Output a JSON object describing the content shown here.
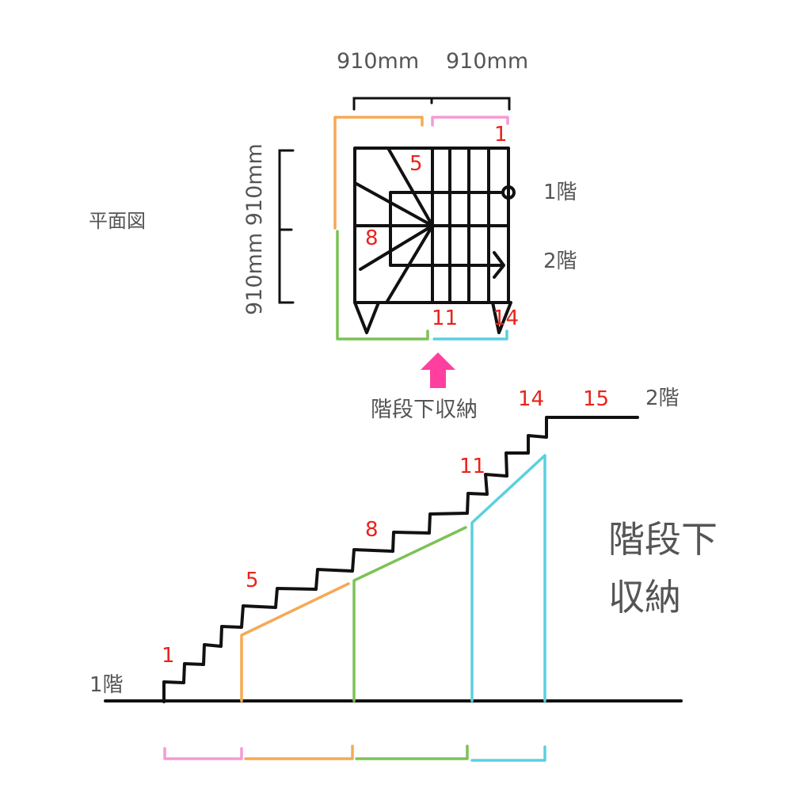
{
  "colors": {
    "orange": "#f5a955",
    "pink": "#f59ad6",
    "green": "#7cc257",
    "cyan": "#5ad0e0",
    "red": "#e8231b",
    "arrow": "#ff3fa0",
    "label": "#555555"
  },
  "plan": {
    "title": "平面図",
    "dim_top_left": "910mm",
    "dim_top_right": "910mm",
    "dim_side": "910mm 910mm",
    "floor1": "1階",
    "floor2": "2階",
    "step_1": "1",
    "step_5": "5",
    "step_8": "8",
    "step_11": "11",
    "step_14": "14",
    "storage_label": "階段下収納"
  },
  "section": {
    "floor1": "1階",
    "floor2": "2階",
    "step_1": "1",
    "step_5": "5",
    "step_8": "8",
    "step_11": "11",
    "step_14": "14",
    "step_15": "15",
    "storage_line1": "階段下",
    "storage_line2": "収納"
  }
}
